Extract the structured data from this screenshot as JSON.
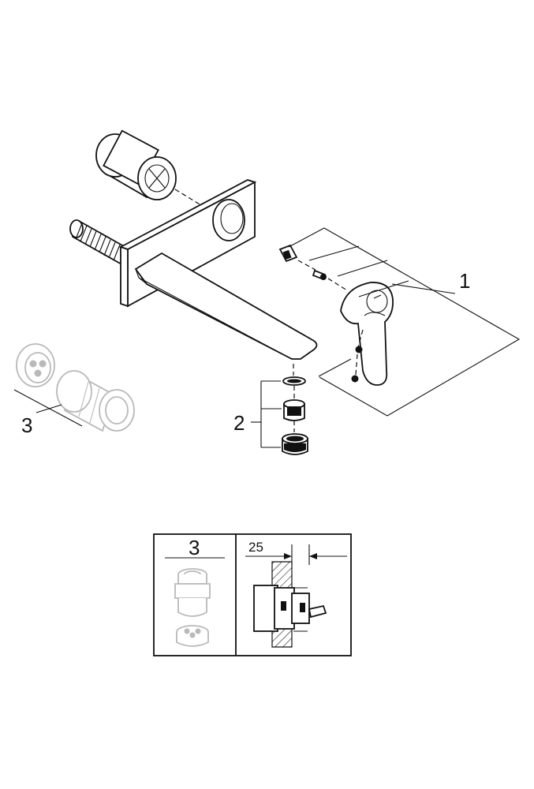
{
  "callouts": {
    "handle_kit": "1",
    "aerator_kit": "2",
    "cartridge_kit": "3"
  },
  "detail_box": {
    "cartridge_label": "3",
    "dimension_value": "25"
  },
  "colors": {
    "line": "#111111",
    "ghost_part": "#b9b9b9",
    "background": "#ffffff"
  }
}
